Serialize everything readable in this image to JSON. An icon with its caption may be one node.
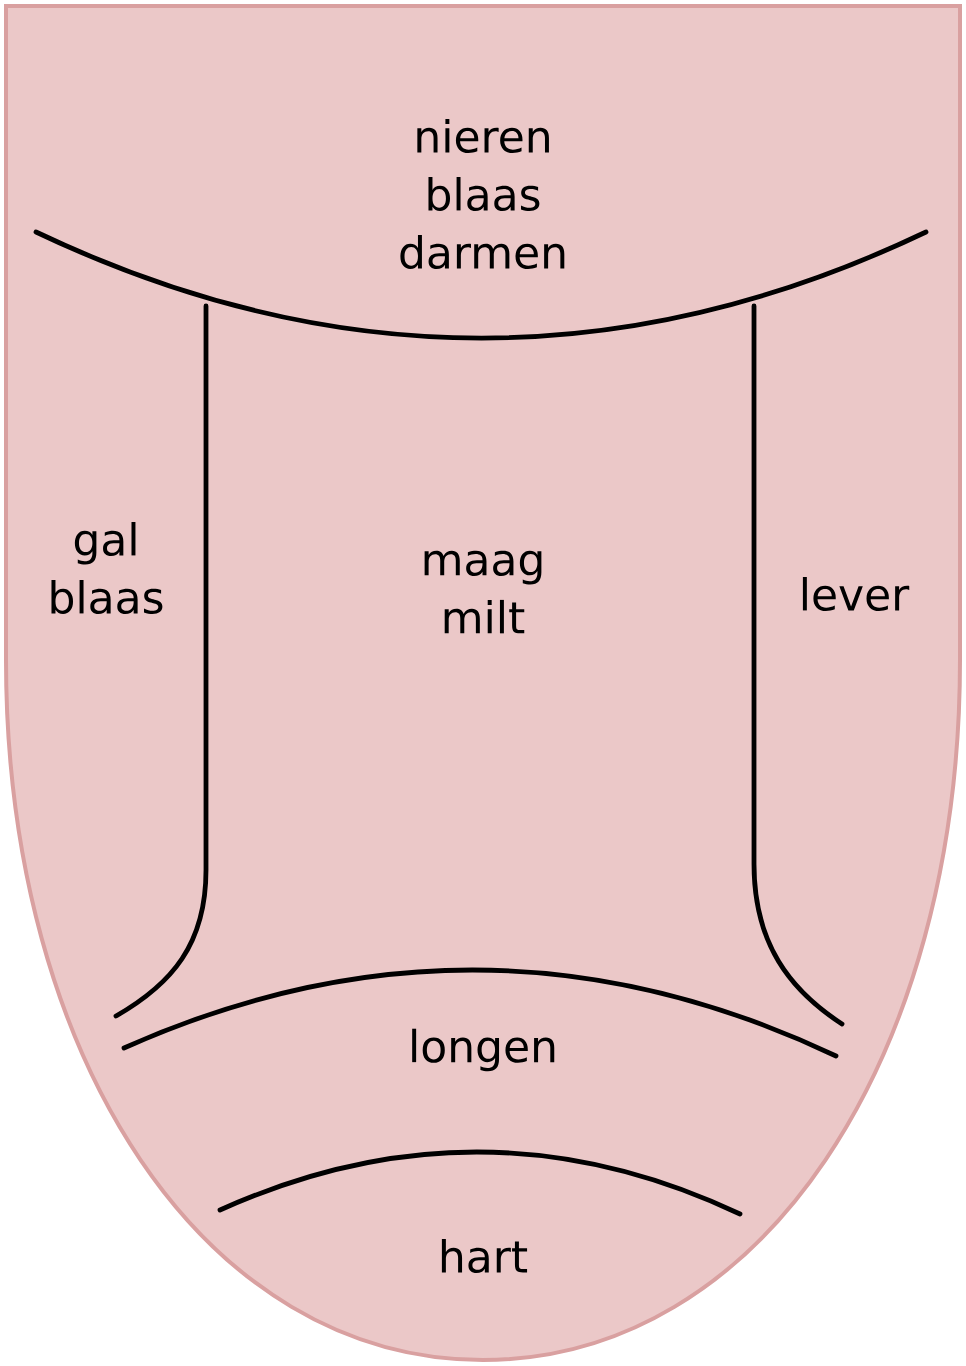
{
  "diagram": {
    "labels": [
      "nieren blaas darmen",
      "gal blaas",
      "maag milt",
      "lever",
      "longen",
      "hart"
    ]
  }
}
